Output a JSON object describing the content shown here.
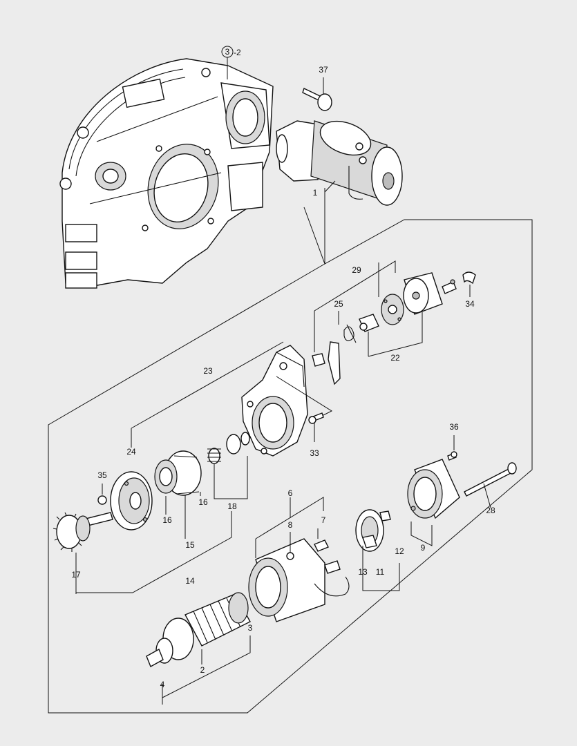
{
  "diagram": {
    "reference": {
      "circled": "3",
      "suffix": "-2"
    },
    "callouts": [
      {
        "id": "c37",
        "text": "37"
      },
      {
        "id": "c1",
        "text": "1"
      },
      {
        "id": "c29",
        "text": "29"
      },
      {
        "id": "c25",
        "text": "25"
      },
      {
        "id": "c34",
        "text": "34"
      },
      {
        "id": "c22",
        "text": "22"
      },
      {
        "id": "c23",
        "text": "23"
      },
      {
        "id": "c24",
        "text": "24"
      },
      {
        "id": "c33",
        "text": "33"
      },
      {
        "id": "c36",
        "text": "36"
      },
      {
        "id": "c35",
        "text": "35"
      },
      {
        "id": "c16a",
        "text": "16"
      },
      {
        "id": "c16b",
        "text": "16"
      },
      {
        "id": "c18",
        "text": "18"
      },
      {
        "id": "c6",
        "text": "6"
      },
      {
        "id": "c7",
        "text": "7"
      },
      {
        "id": "c8",
        "text": "8"
      },
      {
        "id": "c28",
        "text": "28"
      },
      {
        "id": "c15",
        "text": "15"
      },
      {
        "id": "c14",
        "text": "14"
      },
      {
        "id": "c17",
        "text": "17"
      },
      {
        "id": "c12",
        "text": "12"
      },
      {
        "id": "c13",
        "text": "13"
      },
      {
        "id": "c11",
        "text": "11"
      },
      {
        "id": "c9",
        "text": "9"
      },
      {
        "id": "c3",
        "text": "3"
      },
      {
        "id": "c2",
        "text": "2"
      },
      {
        "id": "c4",
        "text": "4"
      }
    ]
  }
}
